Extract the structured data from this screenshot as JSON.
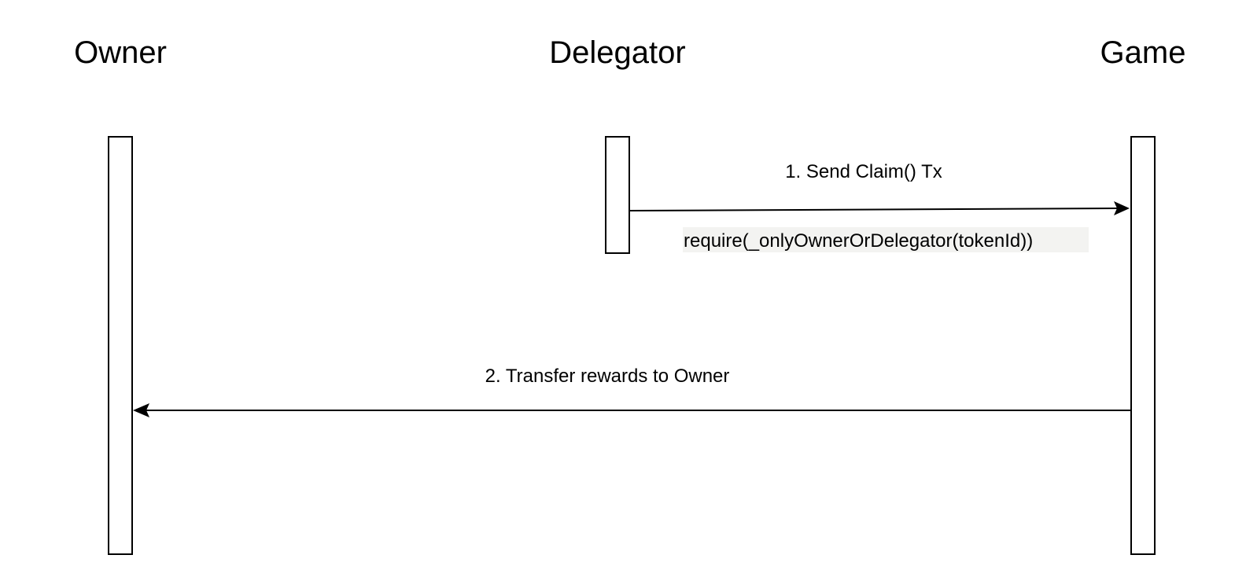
{
  "participants": {
    "owner": "Owner",
    "delegator": "Delegator",
    "game": "Game"
  },
  "messages": {
    "claim": {
      "label": "1. Send Claim() Tx",
      "note": "require(_onlyOwnerOrDelegator(tokenId))"
    },
    "transfer": {
      "label": "2. Transfer rewards to Owner"
    }
  },
  "colors": {
    "line": "#000000",
    "background": "#ffffff",
    "note_highlight": "#f3f3f1"
  }
}
